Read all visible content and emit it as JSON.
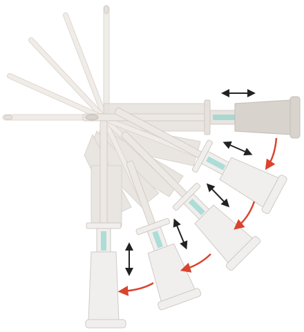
{
  "diagram": {
    "description_text": [],
    "colors": {
      "background": "#ffffff",
      "needle_fill": "#ece8e4",
      "needle_stroke": "#d2ccc6",
      "hub_front": "#f1efed",
      "hub_stroke": "#cfc9c3",
      "hub_back": "#d9d3cd",
      "ghost_hub": "#e6e1dc",
      "bevel_tint": "#7fd1c8",
      "double_arrow": "#222222",
      "rotation_arrow": "#d9442d"
    },
    "icons": {
      "double_arrow": "double-headed-arrow",
      "rotation_arrow": "curved-arrow"
    },
    "needle_count": 11,
    "visible_needle_positions": 5
  }
}
